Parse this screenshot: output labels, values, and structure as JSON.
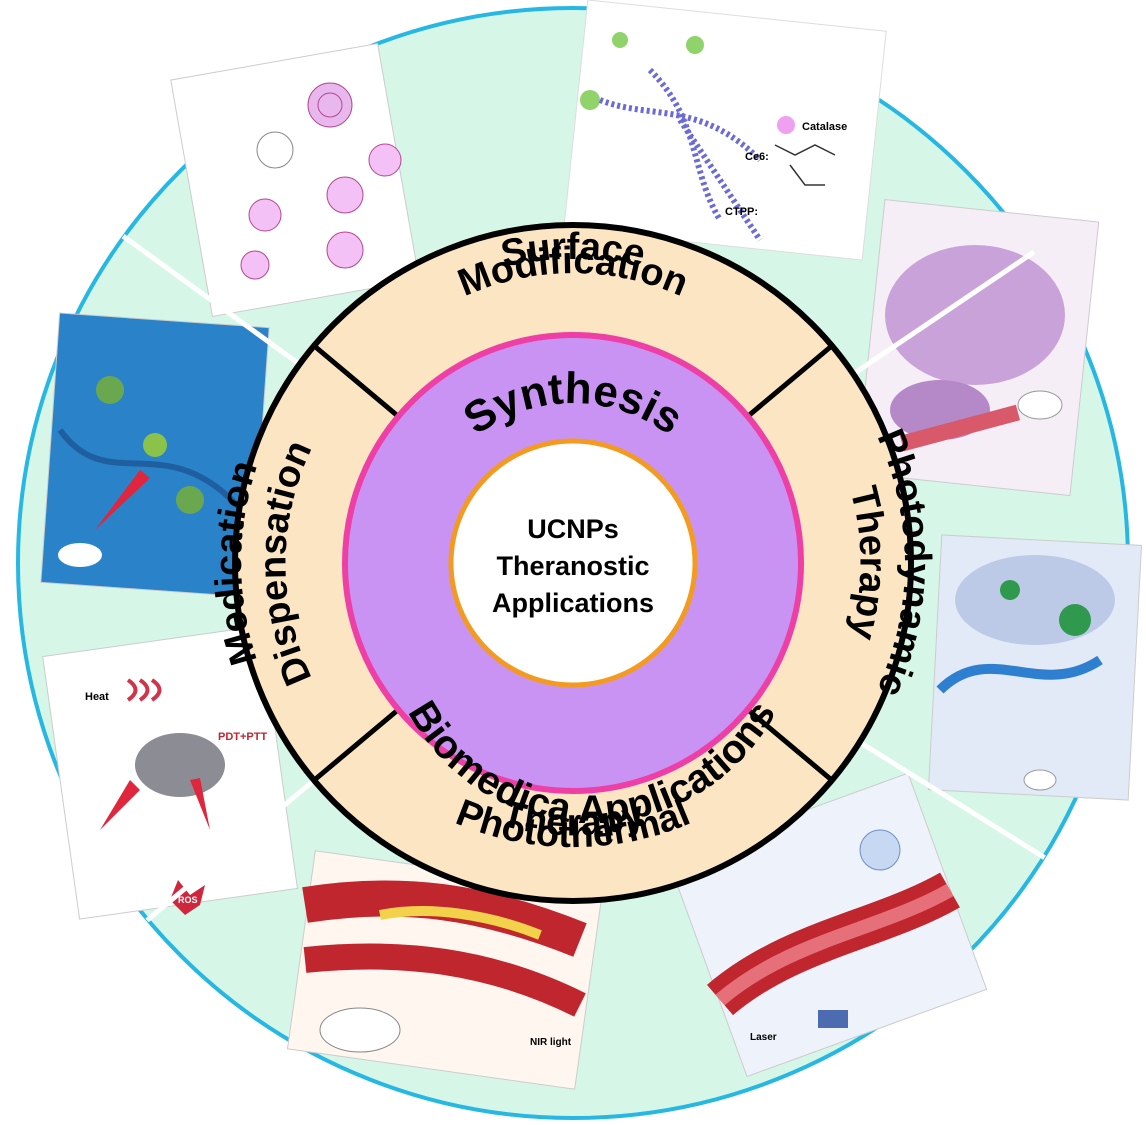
{
  "center": {
    "lines": [
      "UCNPs",
      "Theranostic",
      "Applications"
    ]
  },
  "inner_ring": {
    "top_label": "Synthesis",
    "bottom_label": "Biomedica Applications"
  },
  "middle_ring": {
    "segments": [
      {
        "lines": [
          "Surface",
          "Modification"
        ]
      },
      {
        "lines": [
          "Photodynamic",
          "Therapy"
        ]
      },
      {
        "lines": [
          "Photothermal",
          "Therapy"
        ]
      },
      {
        "lines": [
          "Medication",
          "Dispensation"
        ]
      }
    ]
  },
  "outer_ring": {
    "panels": [
      {
        "labels": [
          "Catalase",
          "Ce6:",
          "CTPP:"
        ]
      },
      {
        "labels": []
      },
      {
        "labels": []
      },
      {
        "labels": [
          "Laser"
        ]
      },
      {
        "labels": [
          "NIR light"
        ]
      },
      {
        "labels": [
          "Heat",
          "ROS",
          "PDT+PTT"
        ]
      },
      {
        "labels": []
      }
    ]
  },
  "colors": {
    "outer_fill": "#d6f7e8",
    "outer_border": "#27b7e3",
    "middle_fill": "#fbe5c2",
    "inner_fill": "#c993f4",
    "inner_border": "#ee3fa6",
    "center_border": "#f39b20",
    "ring_line": "#000000"
  }
}
